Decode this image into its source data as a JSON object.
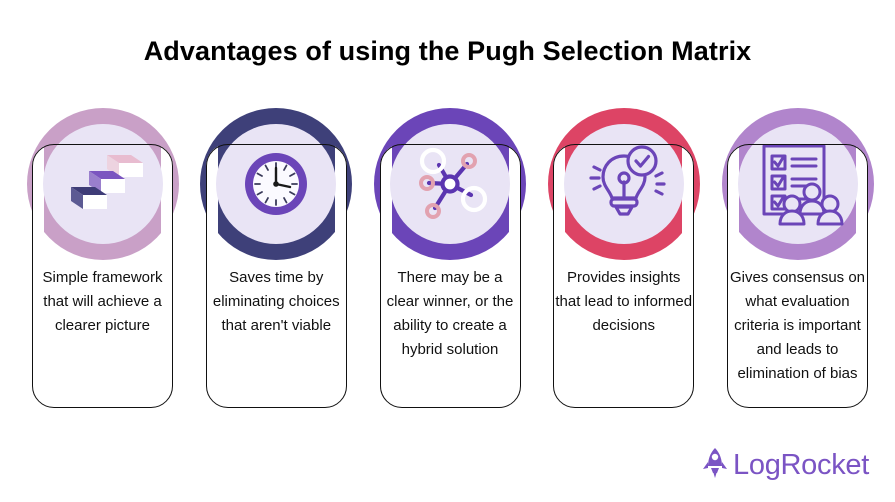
{
  "page": {
    "title": "Advantages of using the Pugh Selection Matrix",
    "background": "#ffffff",
    "title_color": "#000000"
  },
  "cards": [
    {
      "arc_color": "#c9a0c7",
      "circle_color": "#e9e4f5",
      "icon": "stairs-3d-icon",
      "text": "Simple framework that will achieve a clearer picture"
    },
    {
      "arc_color": "#3e4079",
      "circle_color": "#e9e4f5",
      "icon": "clock-icon",
      "text": "Saves time by eliminating choices that aren't viable"
    },
    {
      "arc_color": "#6b45b8",
      "circle_color": "#e9e4f5",
      "icon": "network-nodes-icon",
      "text": "There may be a clear winner, or the ability to create a hybrid solution"
    },
    {
      "arc_color": "#dd4465",
      "circle_color": "#e9e4f5",
      "icon": "lightbulb-check-icon",
      "text": "Provides insights that lead to informed decisions"
    },
    {
      "arc_color": "#b185cc",
      "circle_color": "#e9e4f5",
      "icon": "checklist-people-icon",
      "text": "Gives consensus on what evaluation criteria is important and leads to elimination of bias"
    }
  ],
  "brand": {
    "name": "LogRocket",
    "icon": "rocket-icon",
    "color": "#7b54c4"
  }
}
